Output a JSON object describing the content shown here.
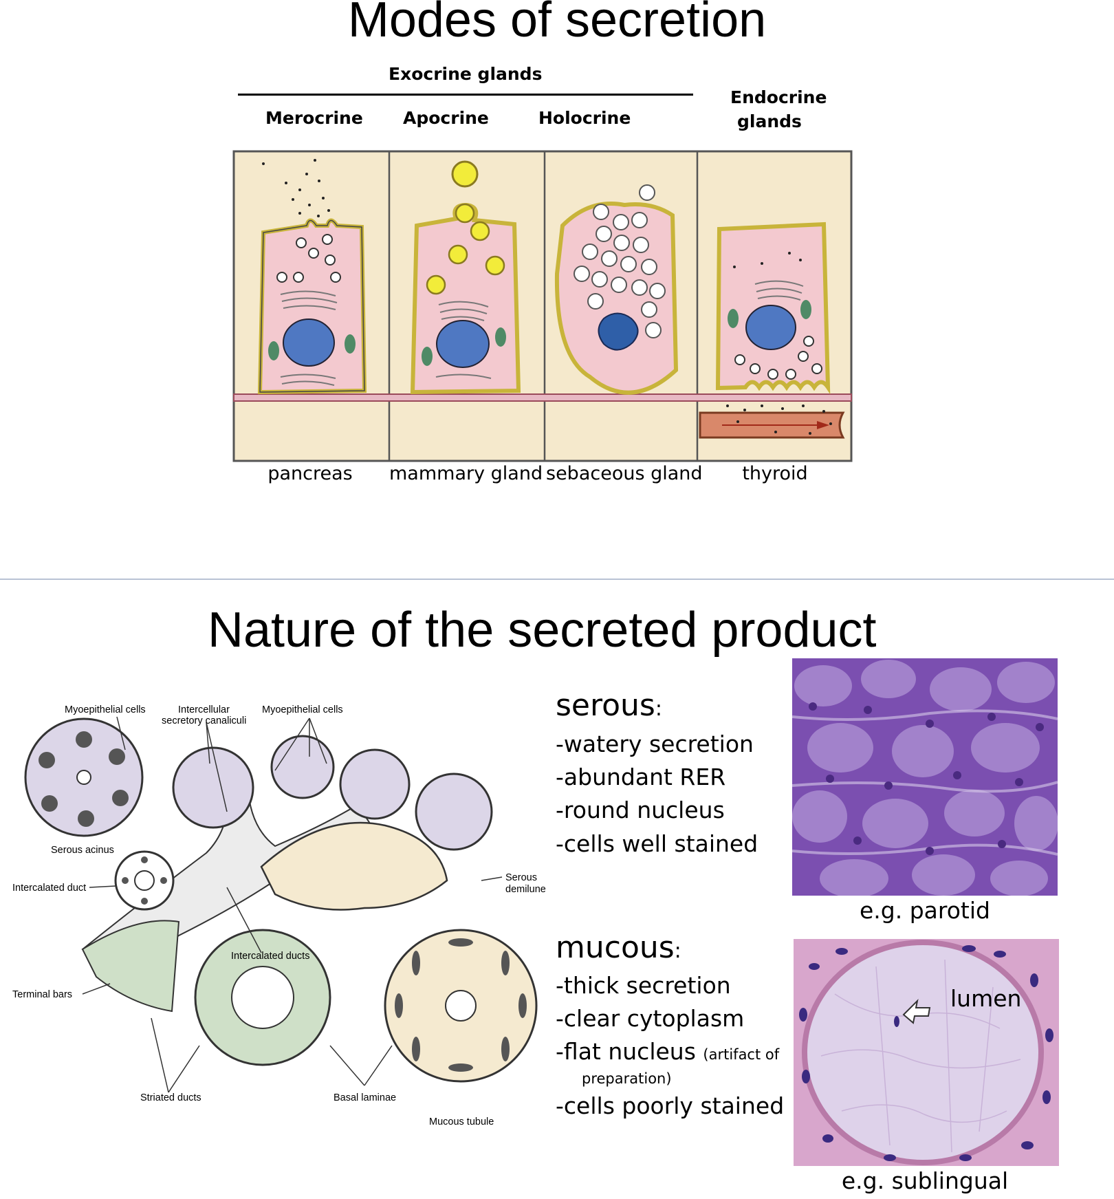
{
  "top": {
    "title": "Modes of secretion",
    "group_header": "Exocrine glands",
    "modes": [
      "Merocrine",
      "Apocrine",
      "Holocrine"
    ],
    "endocrine_line1": "Endocrine",
    "endocrine_line2": "glands",
    "examples": [
      "pancreas",
      "mammary gland",
      "sebaceous gland",
      "thyroid"
    ]
  },
  "bottom": {
    "title": "Nature of the secreted product",
    "diagram_labels": {
      "myoepithelial_left": "Myoepithelial cells",
      "canaliculi_1": "Intercellular",
      "canaliculi_2": "secretory canaliculi",
      "myoepithelial_right": "Myoepithelial cells",
      "serous_acinus": "Serous acinus",
      "intercalated_duct": "Intercalated duct",
      "serous_demilune_1": "Serous",
      "serous_demilune_2": "demilune",
      "intercalated_ducts": "Intercalated ducts",
      "terminal_bars": "Terminal bars",
      "striated_ducts": "Striated ducts",
      "basal_laminae": "Basal laminae",
      "mucous_tubule": "Mucous tubule"
    },
    "serous": {
      "heading": "serous",
      "colon": ":",
      "items": [
        "-watery secretion",
        "-abundant RER",
        "-round nucleus",
        "-cells well stained"
      ],
      "example": "e.g. parotid"
    },
    "mucous": {
      "heading": "mucous",
      "colon": ":",
      "items": [
        "-thick secretion",
        "-clear cytoplasm",
        "-flat nucleus",
        "-cells poorly stained"
      ],
      "note_1": "(artifact of",
      "note_2": "preparation)",
      "example": "e.g. sublingual",
      "lumen_label": "lumen"
    }
  },
  "colors": {
    "cell_fill": "#f3c9cf",
    "panel_fill": "#f5e9cc",
    "membrane": "#c8b43a",
    "nucleus": "#4f78c2",
    "vesicle_yellow": "#f2ec3a",
    "vessel": "#d9886a",
    "serous_stain": "#7b4fb0",
    "mucous_stain": "#d8c8e6",
    "divider": "#b8c2d4"
  }
}
